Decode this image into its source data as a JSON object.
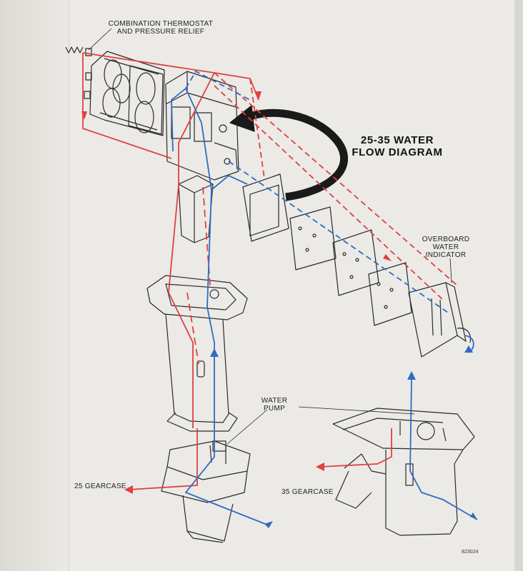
{
  "labels": {
    "thermostat_line1": "COMBINATION THERMOSTAT",
    "thermostat_line2": "AND PRESSURE RELIEF",
    "title_line1": "25-35 WATER",
    "title_line2": "FLOW DIAGRAM",
    "overboard_line1": "OVERBOARD",
    "overboard_line2": "WATER",
    "overboard_line3": "INDICATOR",
    "pump_line1": "WATER",
    "pump_line2": "PUMP",
    "gearcase_25": "25 GEARCASE",
    "gearcase_35": "35 GEARCASE",
    "figure_code": "823024"
  },
  "colors": {
    "hot_water": "#e0413f",
    "cold_water": "#2f6cc2",
    "line_art": "#2a2a2a",
    "paper": "#ebeae6"
  }
}
